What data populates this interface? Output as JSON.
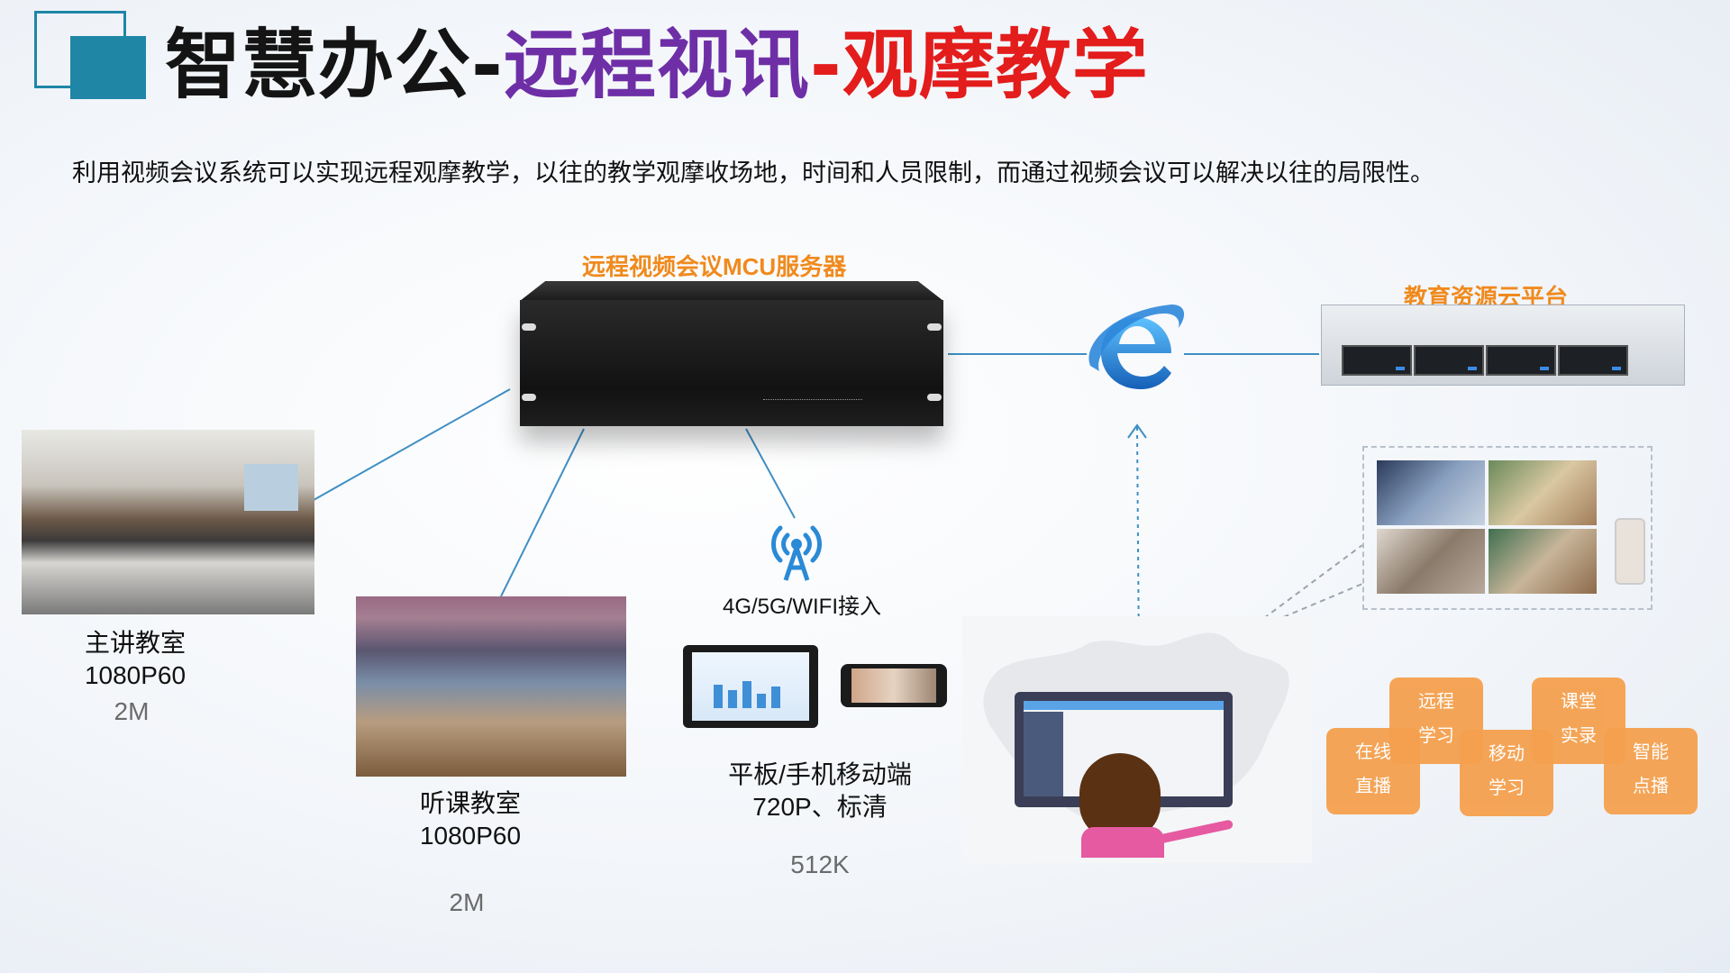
{
  "header": {
    "title_part1": "智慧办公-",
    "title_part2": "远程视讯",
    "title_part3": "-观摩教学",
    "intro": "利用视频会议系统可以实现远程观摩教学，以往的教学观摩收场地，时间和人员限制，而通过视频会议可以解决以往的局限性。"
  },
  "colors": {
    "accent": "#1f86a6",
    "purple": "#6e2fa6",
    "red": "#e31c1c",
    "orange": "#f08a1d",
    "line": "#3f8fc4"
  },
  "nodes": {
    "mcu_label": "远程视频会议MCU服务器",
    "cloud_label": "教育资源云平台",
    "main_class": {
      "name": "主讲教室",
      "res": "1080P60",
      "bw": "2M"
    },
    "listen_class": {
      "name": "听课教室",
      "res": "1080P60",
      "bw": "2M"
    },
    "wireless": "4G/5G/WIFI接入",
    "mobile": {
      "name": "平板/手机移动端",
      "res": "720P、标清",
      "bw": "512K"
    }
  },
  "tiles": [
    {
      "line1": "远程",
      "line2": "学习"
    },
    {
      "line1": "课堂",
      "line2": "实录"
    },
    {
      "line1": "在线",
      "line2": "直播"
    },
    {
      "line1": "移动",
      "line2": "学习"
    },
    {
      "line1": "智能",
      "line2": "点播"
    }
  ],
  "icons": [
    "ie-browser-icon",
    "antenna-icon"
  ]
}
